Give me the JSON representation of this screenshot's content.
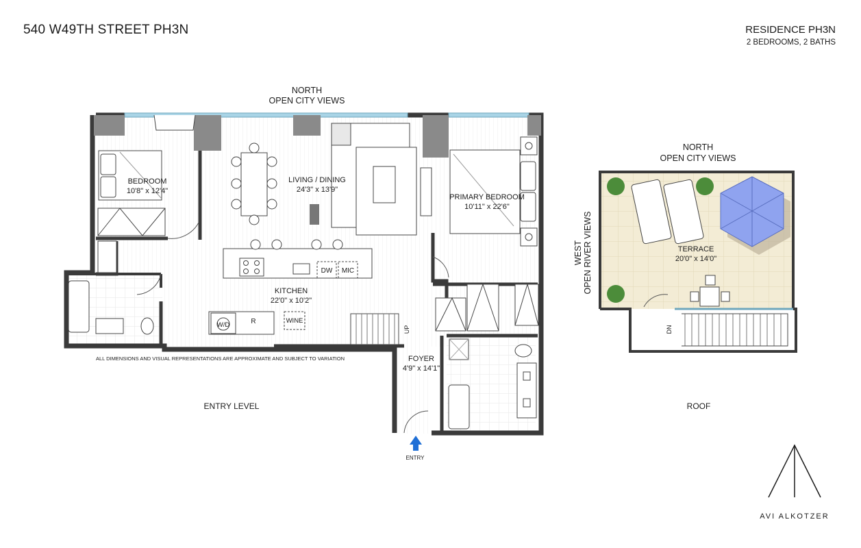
{
  "header": {
    "address": "540 W49TH STREET PH3N",
    "residence": "RESIDENCE PH3N",
    "bed_bath": "2 BEDROOMS, 2 BATHS"
  },
  "entry_level": {
    "north_line1": "NORTH",
    "north_line2": "OPEN CITY VIEWS",
    "bedroom": {
      "name": "BEDROOM",
      "dims": "10'8\" x 12'4\""
    },
    "living": {
      "name": "LIVING / DINING",
      "dims": "24'3\" x 13'9\""
    },
    "primary": {
      "name": "PRIMARY BEDROOM",
      "dims": "10'11\" x 22'6\""
    },
    "kitchen": {
      "name": "KITCHEN",
      "dims": "22'0\" x 10'2\""
    },
    "foyer": {
      "name": "FOYER",
      "dims": "4'9\" x 14'1\""
    },
    "appliances": {
      "dw": "DW",
      "mic": "MIC",
      "wd": "W/D",
      "r": "R",
      "wine": "WINE"
    },
    "stair_up": "UP",
    "entry": "ENTRY",
    "disclaimer": "ALL DIMENSIONS AND VISUAL REPRESENTATIONS ARE APPROXIMATE AND SUBJECT TO VARIATION",
    "caption": "ENTRY LEVEL"
  },
  "roof": {
    "north_line1": "NORTH",
    "north_line2": "OPEN CITY VIEWS",
    "west_line1": "WEST",
    "west_line2": "OPEN RIVER VIEWS",
    "terrace": {
      "name": "TERRACE",
      "dims": "20'0\" x 14'0\""
    },
    "stair_dn": "DN",
    "caption": "ROOF"
  },
  "brand": {
    "name": "AVI ALKOTZER"
  },
  "colors": {
    "wall": "#3a3a3a",
    "column": "#8a8a8a",
    "terrace_floor": "#f3ecd5",
    "umbrella": "#8fa3ef",
    "window": "#a9d4e6",
    "entry_arrow": "#1f6fd6",
    "plant": "#4c8c3a"
  }
}
